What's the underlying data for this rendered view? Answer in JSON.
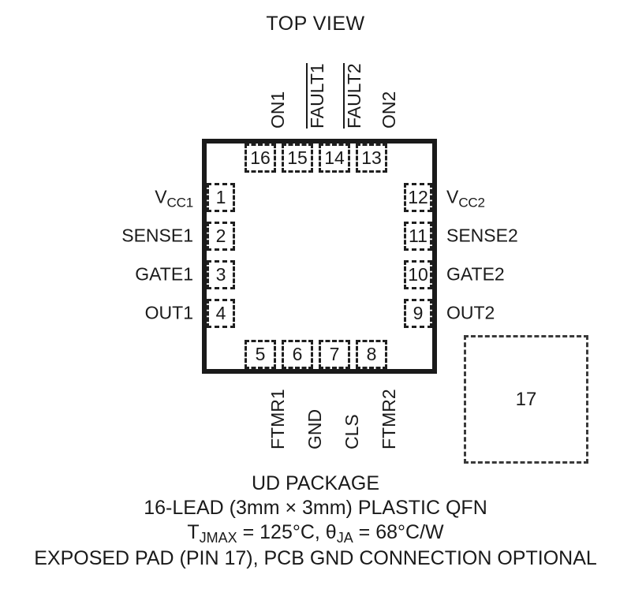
{
  "title": "TOP VIEW",
  "package": {
    "exposed_pad_number": "17"
  },
  "pins": {
    "top": [
      {
        "number": "16",
        "label": "ON1",
        "overline": false
      },
      {
        "number": "15",
        "label": "FAULT1",
        "overline": true
      },
      {
        "number": "14",
        "label": "FAULT2",
        "overline": true
      },
      {
        "number": "13",
        "label": "ON2",
        "overline": false
      }
    ],
    "left": [
      {
        "number": "1",
        "label": "V",
        "sub": "CC1"
      },
      {
        "number": "2",
        "label": "SENSE1",
        "sub": ""
      },
      {
        "number": "3",
        "label": "GATE1",
        "sub": ""
      },
      {
        "number": "4",
        "label": "OUT1",
        "sub": ""
      }
    ],
    "right": [
      {
        "number": "12",
        "label": "V",
        "sub": "CC2"
      },
      {
        "number": "11",
        "label": "SENSE2",
        "sub": ""
      },
      {
        "number": "10",
        "label": "GATE2",
        "sub": ""
      },
      {
        "number": "9",
        "label": "OUT2",
        "sub": ""
      }
    ],
    "bottom": [
      {
        "number": "5",
        "label": "FTMR1",
        "overline": false
      },
      {
        "number": "6",
        "label": "GND",
        "overline": false
      },
      {
        "number": "7",
        "label": "CLS",
        "overline": false
      },
      {
        "number": "8",
        "label": "FTMR2",
        "overline": false
      }
    ]
  },
  "caption": {
    "line1": "UD PACKAGE",
    "line2": "16-LEAD (3mm × 3mm) PLASTIC QFN",
    "line3_pre": "T",
    "line3_sub1": "JMAX",
    "line3_mid": " = 125°C, θ",
    "line3_sub2": "JA",
    "line3_post": " = 68°C/W",
    "line4": "EXPOSED PAD (PIN 17), PCB GND CONNECTION OPTIONAL"
  },
  "colors": {
    "ink": "#1a1a1a",
    "pad_dash": "#1f1f1f",
    "background": "#ffffff"
  }
}
